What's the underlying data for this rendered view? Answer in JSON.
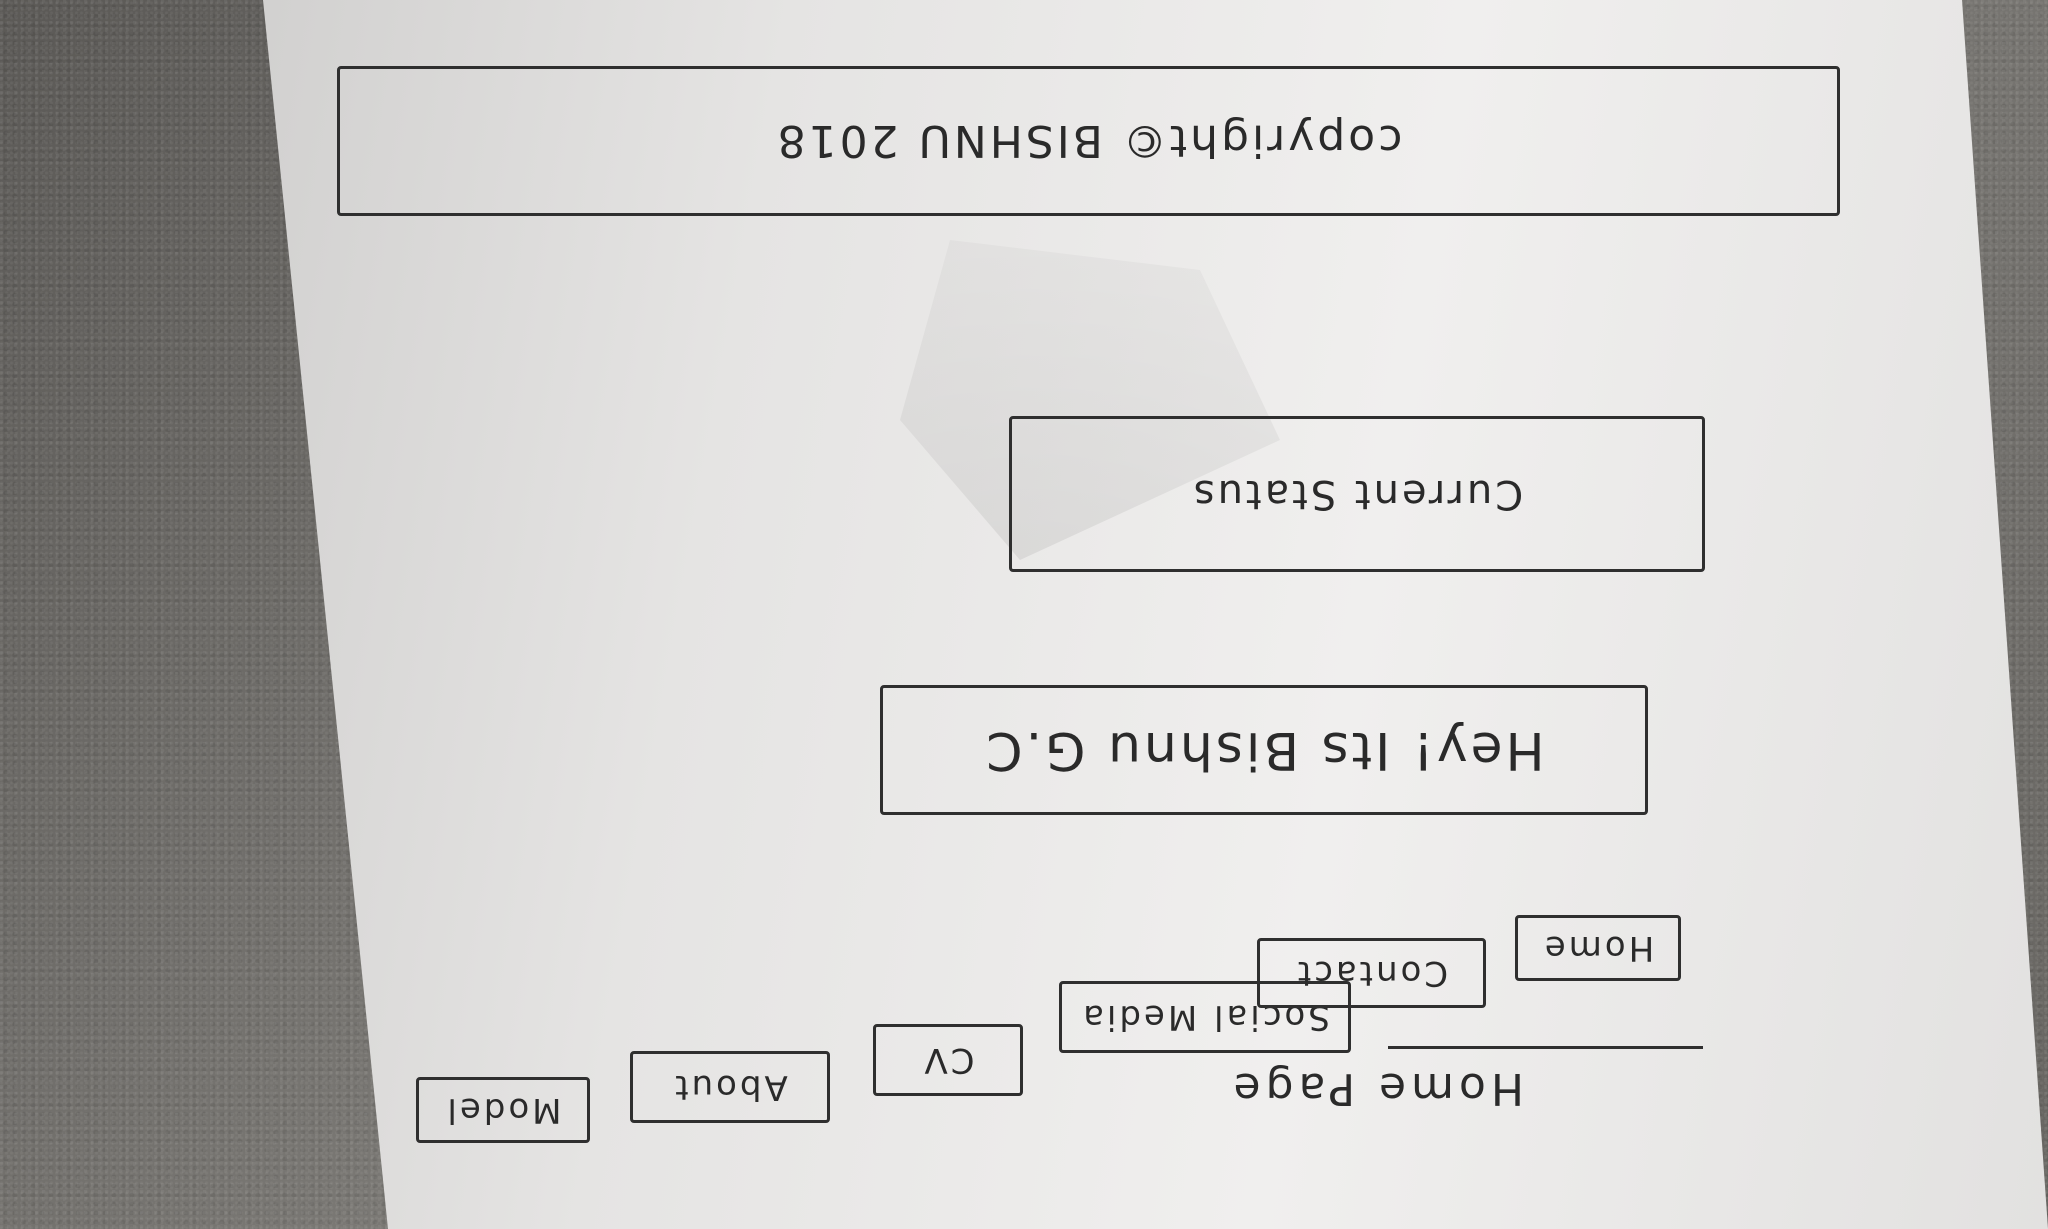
{
  "page": {
    "title": "Home Page"
  },
  "nav": {
    "model": "Model",
    "about": "About",
    "cv": "CV",
    "social_media": "Social Media",
    "contact": "Contact",
    "home": "Home"
  },
  "hero": {
    "text": "Hey! Its Bishnu G.C"
  },
  "status": {
    "text": "Current Status"
  },
  "footer": {
    "text": "copyright© BISHNU 2018"
  }
}
